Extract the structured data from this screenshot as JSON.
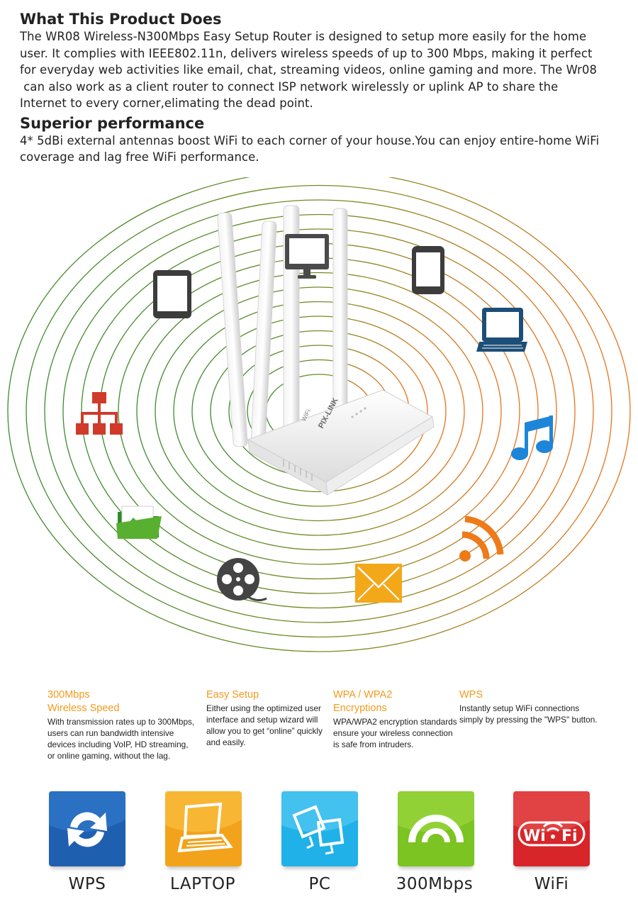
{
  "intro": {
    "heading1": "What This Product Does",
    "para1_lines": [
      "The WR08 Wireless-N300Mbps Easy Setup Router is designed to setup more easily for the home",
      "user. It complies with IEEE802.11n, delivers wireless speeds of up to 300 Mbps, making it perfect",
      "for everyday web activities like email, chat, streaming videos, online gaming and more. The Wr08",
      " can also work as a client router to connect ISP network wirelessly or uplink AP to share the",
      "Internet to every corner,elimating the dead point."
    ],
    "heading2": "Superior performance",
    "para2_lines": [
      "4* 5dBi external antennas boost WiFi to each corner of your house.You can enjoy entire-home WiFi",
      "coverage and lag free WiFi performance."
    ]
  },
  "router": {
    "brand": "PIX-LINK",
    "badge": "WiFi"
  },
  "hero_icons": [
    "tablet-icon",
    "monitor-icon",
    "smartphone-icon",
    "laptop-icon",
    "network-icon",
    "music-icon",
    "folder-image-icon",
    "rss-icon",
    "film-reel-icon",
    "envelope-icon"
  ],
  "features": [
    {
      "title_lines": [
        "300Mbps",
        "Wireless Speed"
      ],
      "desc_lines": [
        "With transmission rates up to 300Mbps,",
        "users can run bandwidth intensive",
        "devices including VoIP, HD streaming,",
        "or online gaming, without the lag."
      ]
    },
    {
      "title_lines": [
        "Easy Setup"
      ],
      "desc_lines": [
        "Either using the optimized user",
        "interface and setup wizard will",
        "allow you to get “online” quickly",
        "and easily."
      ]
    },
    {
      "title_lines": [
        "WPA / WPA2",
        "Encryptions"
      ],
      "desc_lines": [
        "WPA/WPA2 encryption standards",
        "ensure your wireless connection",
        "is safe from intruders."
      ]
    },
    {
      "title_lines": [
        "WPS"
      ],
      "desc_lines": [
        "Instantly setup WiFi connections",
        "simply by pressing the \"WPS\" button."
      ]
    }
  ],
  "tiles": [
    {
      "label": "WPS",
      "icon": "refresh-arrows-icon",
      "color": "#1f5fb0"
    },
    {
      "label": "LAPTOP",
      "icon": "laptop-icon",
      "color": "#f2a31b"
    },
    {
      "label": "PC",
      "icon": "monitors-icon",
      "color": "#1fb1e8"
    },
    {
      "label": "300Mbps",
      "icon": "signal-arc-icon",
      "color": "#7cc421"
    },
    {
      "label": "WiFi",
      "icon": "wifi-logo-icon",
      "color": "#d8252a",
      "logo_left": "Wi",
      "logo_right": "Fi"
    }
  ],
  "colors": {
    "feature_title": "#f39a1e",
    "ring_outer": "#3d8a2e",
    "ring_inner": "#e8731c"
  }
}
